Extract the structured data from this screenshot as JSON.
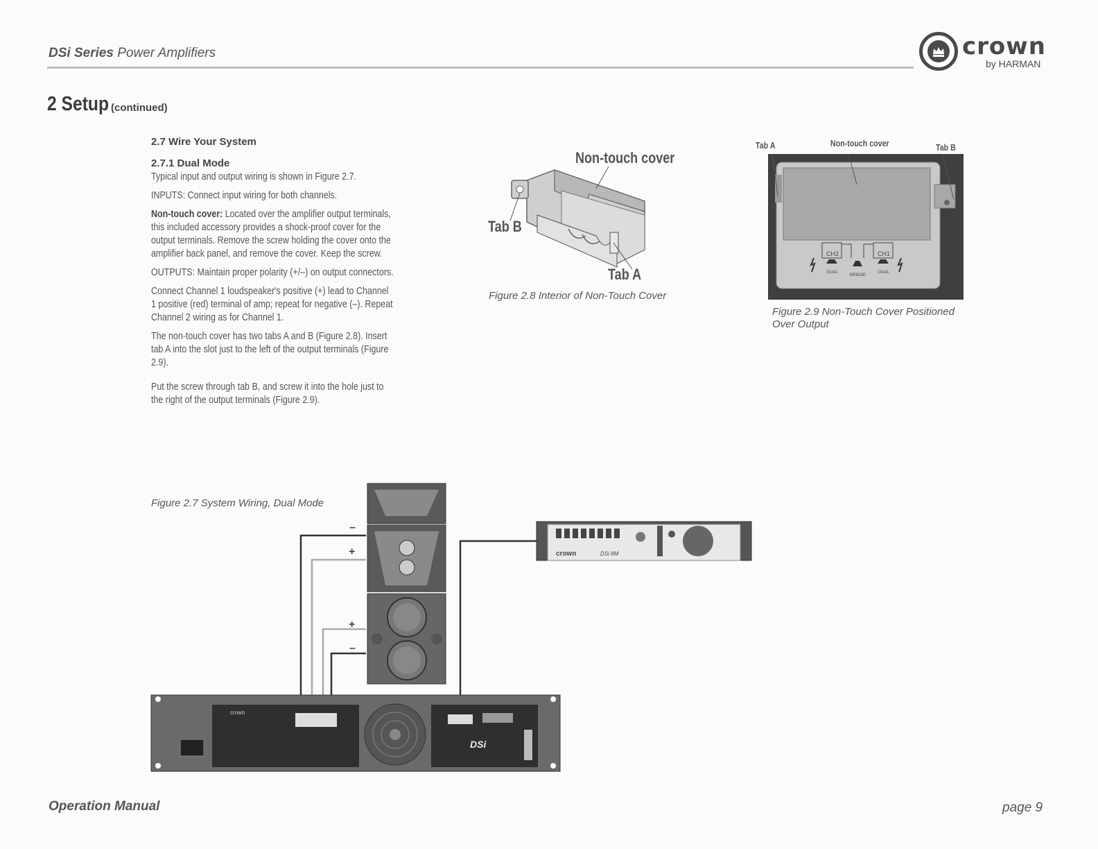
{
  "header": {
    "series_bold": "DSi Series",
    "series_rest": "Power Amplifiers",
    "logo_word": "crown",
    "logo_by": "by HARMAN"
  },
  "section": {
    "title": "2 Setup",
    "continued": "(continued)"
  },
  "body": {
    "h_wire": "2.7 Wire Your System",
    "h_dual": "2.7.1 Dual Mode",
    "p1": "Typical input and output wiring is shown in Figure 2.7.",
    "p2": "INPUTS: Connect input wiring for both channels.",
    "p3_bold": "Non-touch cover:",
    "p3_rest": " Located over the amplifier output terminals, this included accessory provides a shock-proof cover for the output terminals. Remove the screw holding the cover onto the amplifier back panel, and remove the cover. Keep the screw.",
    "p4": "OUTPUTS: Maintain proper polarity (+/–) on output connectors.",
    "p5": "Connect Channel 1 loudspeaker's positive (+) lead to Channel 1 positive (red) terminal of amp; repeat for negative (–). Repeat Channel 2 wiring as for Channel 1.",
    "p6": "The non-touch cover has two tabs A and B (Figure 2.8). Insert tab A into the slot just to the left of the output terminals (Figure 2.9).",
    "p7": "Put the screw through tab B, and screw it into the hole just to the right of the output terminals (Figure 2.9)."
  },
  "fig28": {
    "label_cover": "Non-touch cover",
    "label_tab_b": "Tab B",
    "label_tab_a": "Tab A",
    "caption": "Figure 2.8 Interior of Non-Touch Cover"
  },
  "fig29": {
    "label_tab_a": "Tab A",
    "label_cover": "Non-touch cover",
    "label_tab_b": "Tab B",
    "ch2": "CH2",
    "ch1": "CH1",
    "dual_left": "DUAL",
    "bridge": "BRIDGE",
    "dual_right": "DUAL",
    "caption": "Figure 2.9 Non-Touch Cover Positioned Over Output"
  },
  "fig27": {
    "caption": "Figure 2.7 System Wiring, Dual Mode",
    "sign_minus_top": "–",
    "sign_plus_top": "+",
    "sign_plus_bottom": "+",
    "sign_minus_bottom": "–",
    "dsp_brand": "crown",
    "dsp_model": "DSi 8M",
    "amp_brand": "crown",
    "amp_dsi": "DSi"
  },
  "footer": {
    "left": "Operation Manual",
    "right": "page 9"
  }
}
